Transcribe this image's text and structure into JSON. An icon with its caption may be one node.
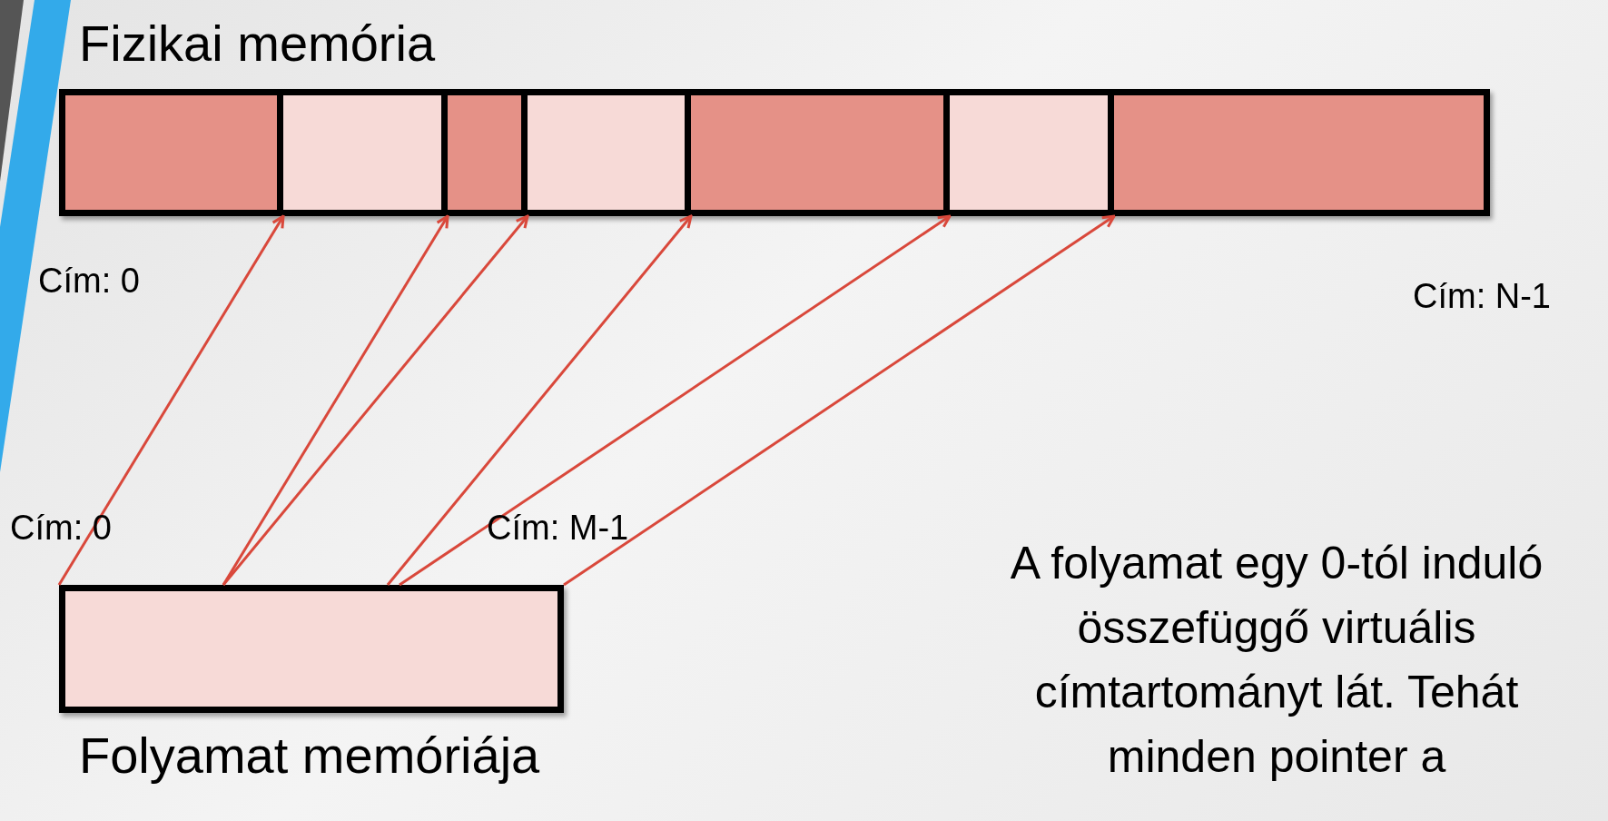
{
  "diagram": {
    "nodes": [
      {
        "text": [
          "Fizikai memória"
        ]
      },
      {
        "text": [],
        "shape": "box",
        "in": 0
      },
      {
        "text": [],
        "shape": "box",
        "in": 0
      },
      {
        "text": [],
        "shape": "box",
        "in": 0
      },
      {
        "text": [],
        "shape": "box",
        "in": 0
      },
      {
        "text": [],
        "shape": "box",
        "in": 0
      },
      {
        "text": [],
        "shape": "box",
        "in": 0
      },
      {
        "text": [],
        "shape": "box",
        "in": 0
      },
      {
        "text": [
          "Folyamat memóriája"
        ]
      }
    ],
    "edges": [
      {
        "from": 8,
        "to": 2,
        "arrow": "to"
      },
      {
        "from": 8,
        "to": 2,
        "arrow": "to"
      },
      {
        "from": 8,
        "to": 4,
        "arrow": "to"
      },
      {
        "from": 8,
        "to": 4,
        "arrow": "to"
      },
      {
        "from": 8,
        "to": 6,
        "arrow": "to"
      },
      {
        "from": 8,
        "to": 6,
        "arrow": "to"
      }
    ],
    "labels": [
      "Cím: 0",
      "Cím: N-1",
      "Cím: 0",
      "Cím: M-1",
      "A folyamat egy 0-tól induló összefüggő virtuális címtartományt lát. Tehát minden pointer a"
    ]
  }
}
